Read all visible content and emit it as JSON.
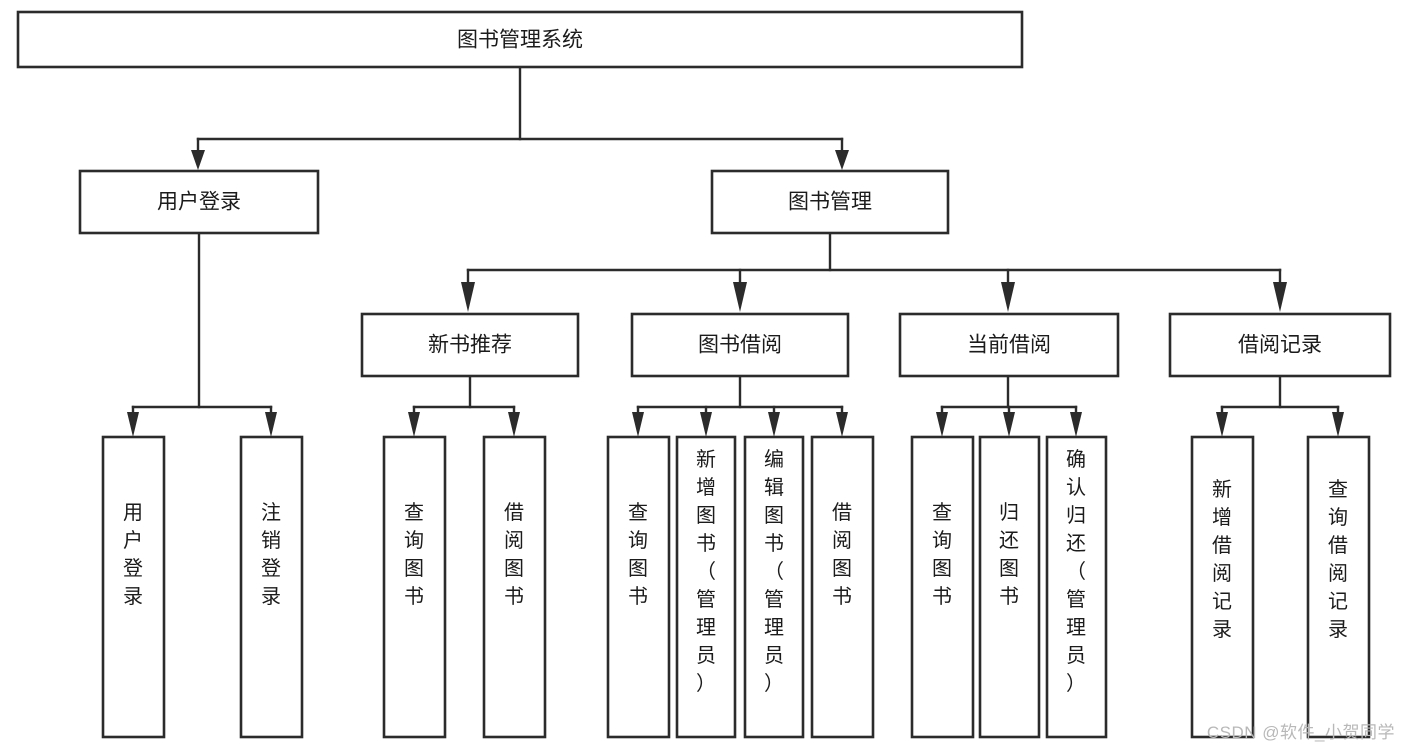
{
  "diagram": {
    "type": "tree-hierarchy-flowchart",
    "orientation": "top-down",
    "root": {
      "id": "root",
      "label": "图书管理系统"
    },
    "level2": [
      {
        "id": "user-login",
        "label": "用户登录"
      },
      {
        "id": "book-manage",
        "label": "图书管理"
      }
    ],
    "level3": [
      {
        "id": "new-book-rec",
        "label": "新书推荐",
        "parent": "book-manage"
      },
      {
        "id": "book-borrow",
        "label": "图书借阅",
        "parent": "book-manage"
      },
      {
        "id": "current-borrow",
        "label": "当前借阅",
        "parent": "book-manage"
      },
      {
        "id": "borrow-record",
        "label": "借阅记录",
        "parent": "book-manage"
      }
    ],
    "leaves": [
      {
        "id": "leaf-user-login",
        "label": "用户登录",
        "parent": "user-login"
      },
      {
        "id": "leaf-logout",
        "label": "注销登录",
        "parent": "user-login"
      },
      {
        "id": "leaf-query-book-1",
        "label": "查询图书",
        "parent": "new-book-rec"
      },
      {
        "id": "leaf-borrow-book-1",
        "label": "借阅图书",
        "parent": "new-book-rec"
      },
      {
        "id": "leaf-query-book-2",
        "label": "查询图书",
        "parent": "book-borrow"
      },
      {
        "id": "leaf-add-book",
        "label": "新增图书（管理员）",
        "parent": "book-borrow"
      },
      {
        "id": "leaf-edit-book",
        "label": "编辑图书（管理员）",
        "parent": "book-borrow"
      },
      {
        "id": "leaf-borrow-book-2",
        "label": "借阅图书",
        "parent": "book-borrow"
      },
      {
        "id": "leaf-query-book-3",
        "label": "查询图书",
        "parent": "current-borrow"
      },
      {
        "id": "leaf-return-book",
        "label": "归还图书",
        "parent": "current-borrow"
      },
      {
        "id": "leaf-confirm-return",
        "label": "确认归还（管理员）",
        "parent": "current-borrow"
      },
      {
        "id": "leaf-add-record",
        "label": "新增借阅记录",
        "parent": "borrow-record"
      },
      {
        "id": "leaf-query-record",
        "label": "查询借阅记录",
        "parent": "borrow-record"
      }
    ],
    "colors": {
      "stroke": "#2b2b2b",
      "fill": "#ffffff",
      "text": "#1b1b1b",
      "watermark": "#b8b8b8"
    }
  },
  "watermark": {
    "text": "CSDN @软件_小贺同学"
  }
}
